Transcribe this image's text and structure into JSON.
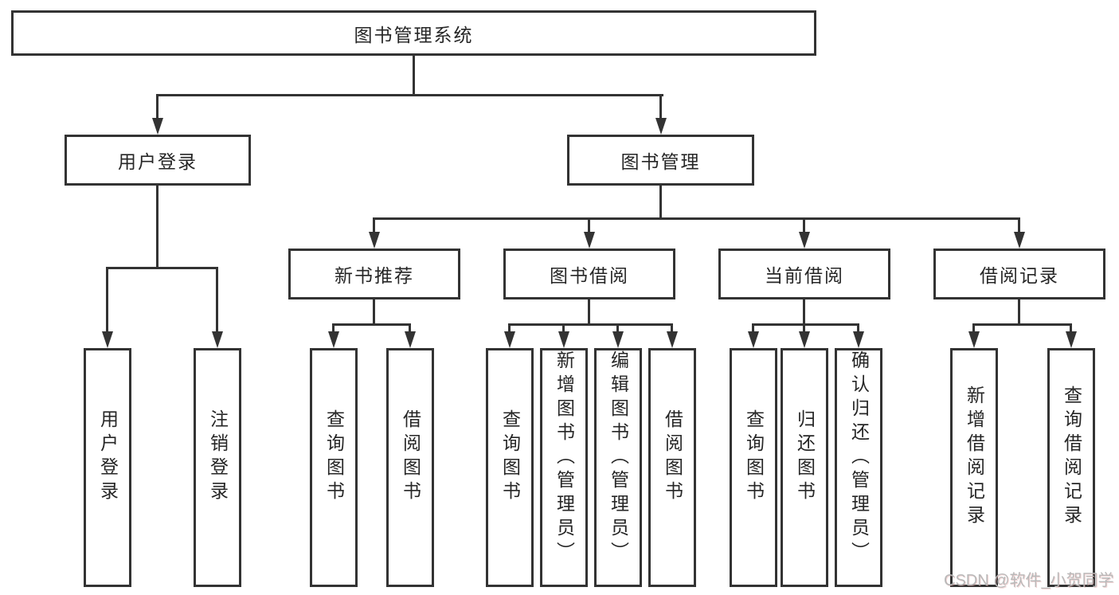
{
  "diagram": {
    "type": "hierarchy-tree",
    "root": "图书管理系统",
    "branches": [
      {
        "label": "用户登录",
        "leaves": [
          "用户登录",
          "注销登录"
        ]
      },
      {
        "label": "图书管理",
        "groups": [
          {
            "label": "新书推荐",
            "leaves": [
              "查询图书",
              "借阅图书"
            ]
          },
          {
            "label": "图书借阅",
            "leaves": [
              "查询图书",
              "新增图书（管理员）",
              "编辑图书（管理员）",
              "借阅图书"
            ]
          },
          {
            "label": "当前借阅",
            "leaves": [
              "查询图书",
              "归还图书",
              "确认归还（管理员）"
            ]
          },
          {
            "label": "借阅记录",
            "leaves": [
              "新增借阅记录",
              "查询借阅记录"
            ]
          }
        ]
      }
    ]
  },
  "watermark": {
    "text": "CSDN @软件_小贺同学"
  },
  "colors": {
    "line": "#333333",
    "box_fill": "#ffffff",
    "text": "#262626",
    "watermark": "#b9b9b9",
    "background": "#ffffff"
  }
}
